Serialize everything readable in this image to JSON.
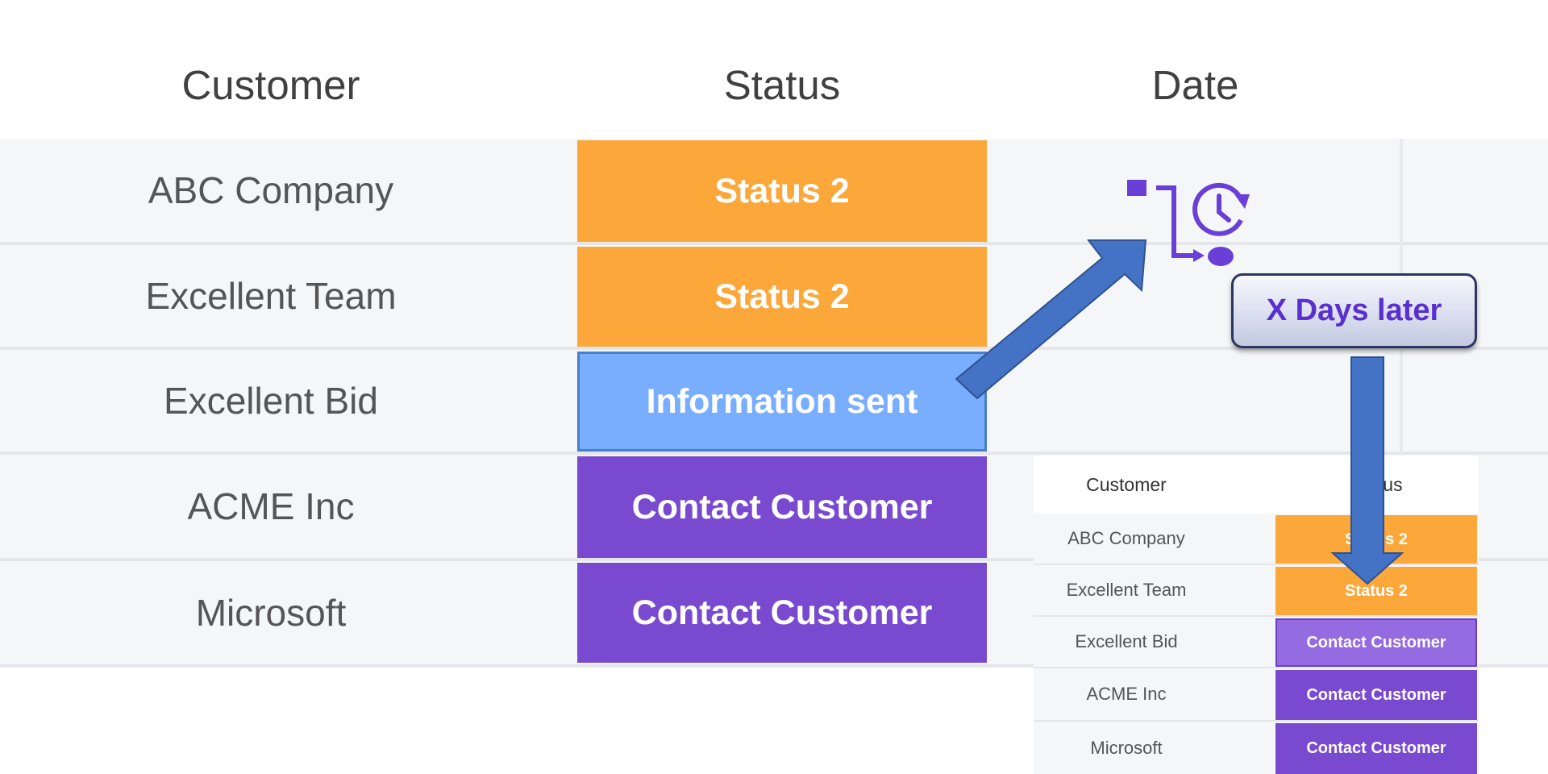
{
  "main": {
    "headers": {
      "customer": "Customer",
      "status": "Status",
      "date": "Date"
    },
    "rows": [
      {
        "customer": "ABC Company",
        "status": "Status 2",
        "color": "#fca73a"
      },
      {
        "customer": "Excellent Team",
        "status": "Status 2",
        "color": "#fca73a"
      },
      {
        "customer": "Excellent Bid",
        "status": "Information sent",
        "color": "#79aeff"
      },
      {
        "customer": "ACME Inc",
        "status": "Contact Customer",
        "color": "#794acf"
      },
      {
        "customer": "Microsoft",
        "status": "Contact Customer",
        "color": "#794acf"
      }
    ]
  },
  "automation": {
    "icon": "automation-recurring-clock-icon",
    "color": "#6a3fd8",
    "callout_label": "X Days later"
  },
  "mini": {
    "headers": {
      "customer": "Customer",
      "status": "Status"
    },
    "rows": [
      {
        "customer": "ABC Company",
        "status": "Status 2",
        "color": "#fca73a"
      },
      {
        "customer": "Excellent Team",
        "status": "Status 2",
        "color": "#fca73a"
      },
      {
        "customer": "Excellent Bid",
        "status": "Contact Customer",
        "color": "#946be0"
      },
      {
        "customer": "ACME Inc",
        "status": "Contact Customer",
        "color": "#794acf"
      },
      {
        "customer": "Microsoft",
        "status": "Contact Customer",
        "color": "#794acf"
      }
    ]
  },
  "arrow_color": "#4472c4"
}
